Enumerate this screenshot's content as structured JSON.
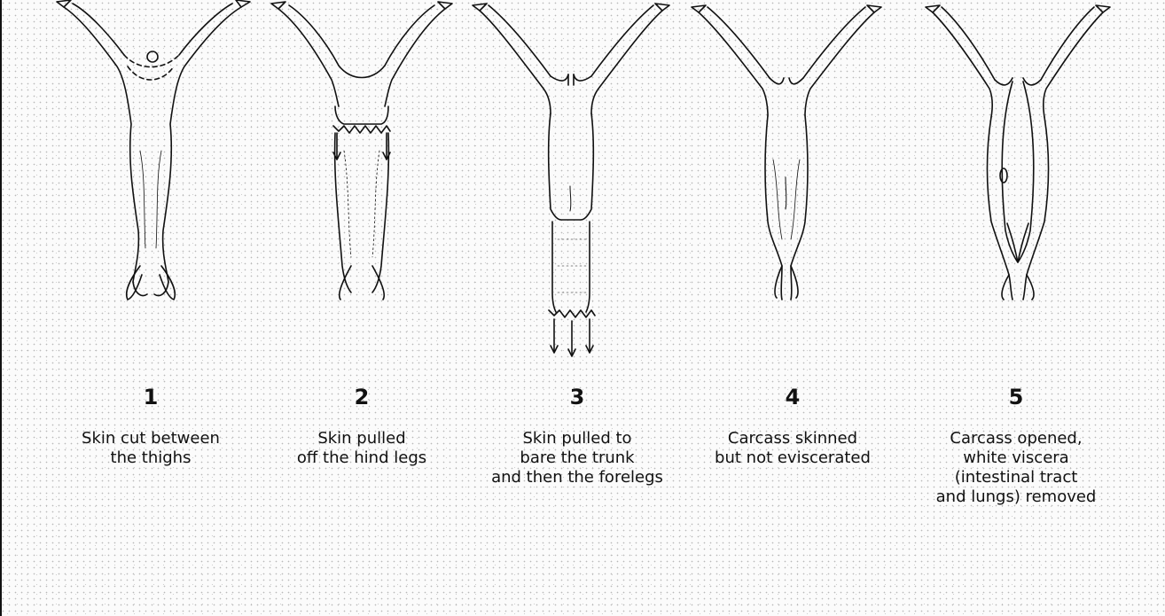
{
  "steps": [
    {
      "number": "1",
      "caption": [
        "Skin cut between",
        "the thighs"
      ]
    },
    {
      "number": "2",
      "caption": [
        "Skin pulled",
        "off the hind legs"
      ]
    },
    {
      "number": "3",
      "caption": [
        "Skin pulled to",
        "bare the trunk",
        "and then the forelegs"
      ]
    },
    {
      "number": "4",
      "caption": [
        "Carcass skinned",
        "but not eviscerated"
      ]
    },
    {
      "number": "5",
      "caption": [
        "Carcass opened,",
        "white viscera",
        "(intestinal tract",
        "and lungs) removed"
      ]
    }
  ],
  "colors": {
    "line": "#111111",
    "background": "#fbfbfb"
  }
}
